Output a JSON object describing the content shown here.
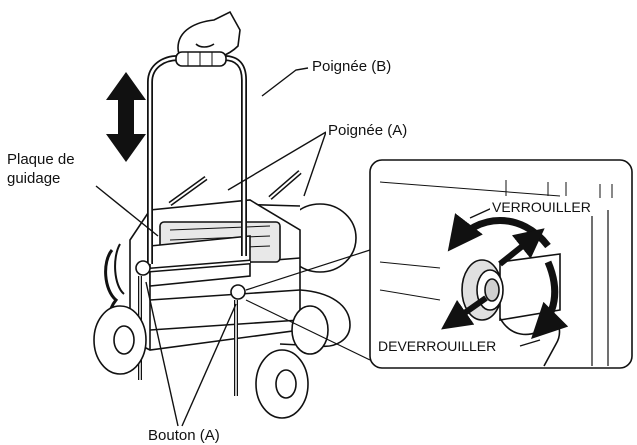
{
  "labels": {
    "poignee_b": "Poignée (B)",
    "poignee_a": "Poignée (A)",
    "plaque_line1": "Plaque de",
    "plaque_line2": "guidage",
    "verrouiller": "VERROUILLER",
    "deverrouiller": "DEVERROUILLER",
    "bouton_a": "Bouton (A)"
  },
  "icons": [
    "double-arrow-icon",
    "rotate-arrow-icon",
    "hand-icon"
  ],
  "colors": {
    "ink": "#111111",
    "paper": "#ffffff",
    "shade": "#cfcfcf"
  }
}
